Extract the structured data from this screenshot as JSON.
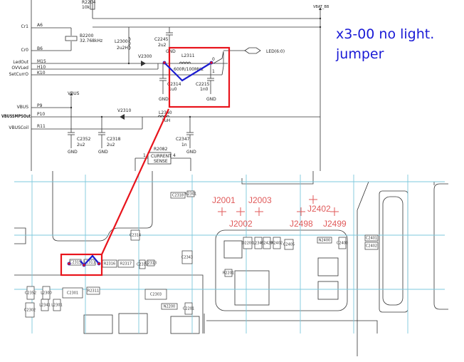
{
  "annotation": {
    "line1": "x3-00 no light.",
    "line2": "jumper"
  },
  "colors": {
    "highlight": "#e8141c",
    "jumper": "#1c1cd0",
    "grid": "#7cc8dc",
    "testpoint": "#e05a5a"
  },
  "schematic": {
    "r2204": {
      "ref": "R2204",
      "value": "10k"
    },
    "vbat": "VBAT_BB",
    "pins": [
      {
        "net": "Cr1",
        "pin": "A6"
      },
      {
        "net": "Cr0",
        "pin": "B6"
      },
      {
        "net": "LedOut",
        "pin": "M15"
      },
      {
        "net": "OVVLed",
        "pin": "H10"
      },
      {
        "net": "SetCurrO",
        "pin": "K10"
      },
      {
        "net": "VBUS",
        "pin": "P9"
      },
      {
        "net": "VBUSSMPSOut",
        "pin": "P10"
      },
      {
        "net": "VBUSCoil",
        "pin": "R11"
      }
    ],
    "b2200": {
      "ref": "B2200",
      "value": "32.768kHz"
    },
    "l2300": {
      "ref": "L2300",
      "value": "2u2H"
    },
    "c2245": {
      "ref": "C2245",
      "value": "2u2"
    },
    "v2300": "V2300",
    "l2311": {
      "ref": "L2311",
      "value": "600R/100MHz"
    },
    "c2314": {
      "ref": "C2314",
      "value": "1u0"
    },
    "c2215": {
      "ref": "C2215",
      "value": "1n0"
    },
    "led_bus": "LED(6:0)",
    "gnd": "GND",
    "vbus": "VBUS",
    "v2310": "V2310",
    "l2340": {
      "ref": "L2340",
      "value": "1uH"
    },
    "c2352": {
      "ref": "C2352",
      "value": "2u2"
    },
    "c2318": {
      "ref": "C2318",
      "value": "2u2"
    },
    "c2347": {
      "ref": "C2347",
      "value": "1n"
    },
    "r2082": {
      "ref": "R2082",
      "label1": "CURRENT",
      "label2": "SENSE"
    },
    "pin0": "0",
    "pin1": "1",
    "pin4": "4"
  },
  "pcb": {
    "testpoints": [
      "J2001",
      "J2002",
      "J2003",
      "J2498",
      "J2402",
      "J2499"
    ],
    "components": [
      "C2315",
      "L2311",
      "R2316",
      "R2317",
      "C2312",
      "C2313",
      "C2314",
      "C2343",
      "C2318",
      "N2301",
      "R2311",
      "C2301",
      "L2300",
      "C2352",
      "L2301",
      "L2341",
      "C2302",
      "C2303",
      "N2200",
      "C2201",
      "R2201",
      "D2200",
      "L2345",
      "C2420",
      "R2402",
      "C2405",
      "N2400",
      "C2400",
      "C2401",
      "C2402"
    ]
  }
}
